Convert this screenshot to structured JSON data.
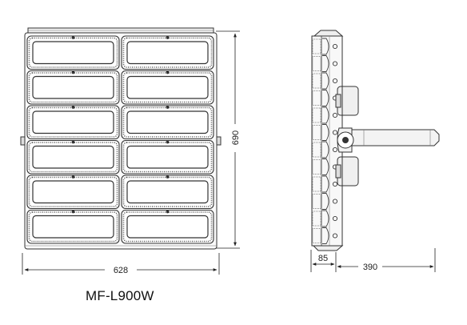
{
  "model": "MF-L900W",
  "dimensions": {
    "front_width": "628",
    "front_height": "690",
    "side_depth": "85",
    "side_bracket": "390"
  },
  "front_view": {
    "rows": 6,
    "columns": 2
  }
}
